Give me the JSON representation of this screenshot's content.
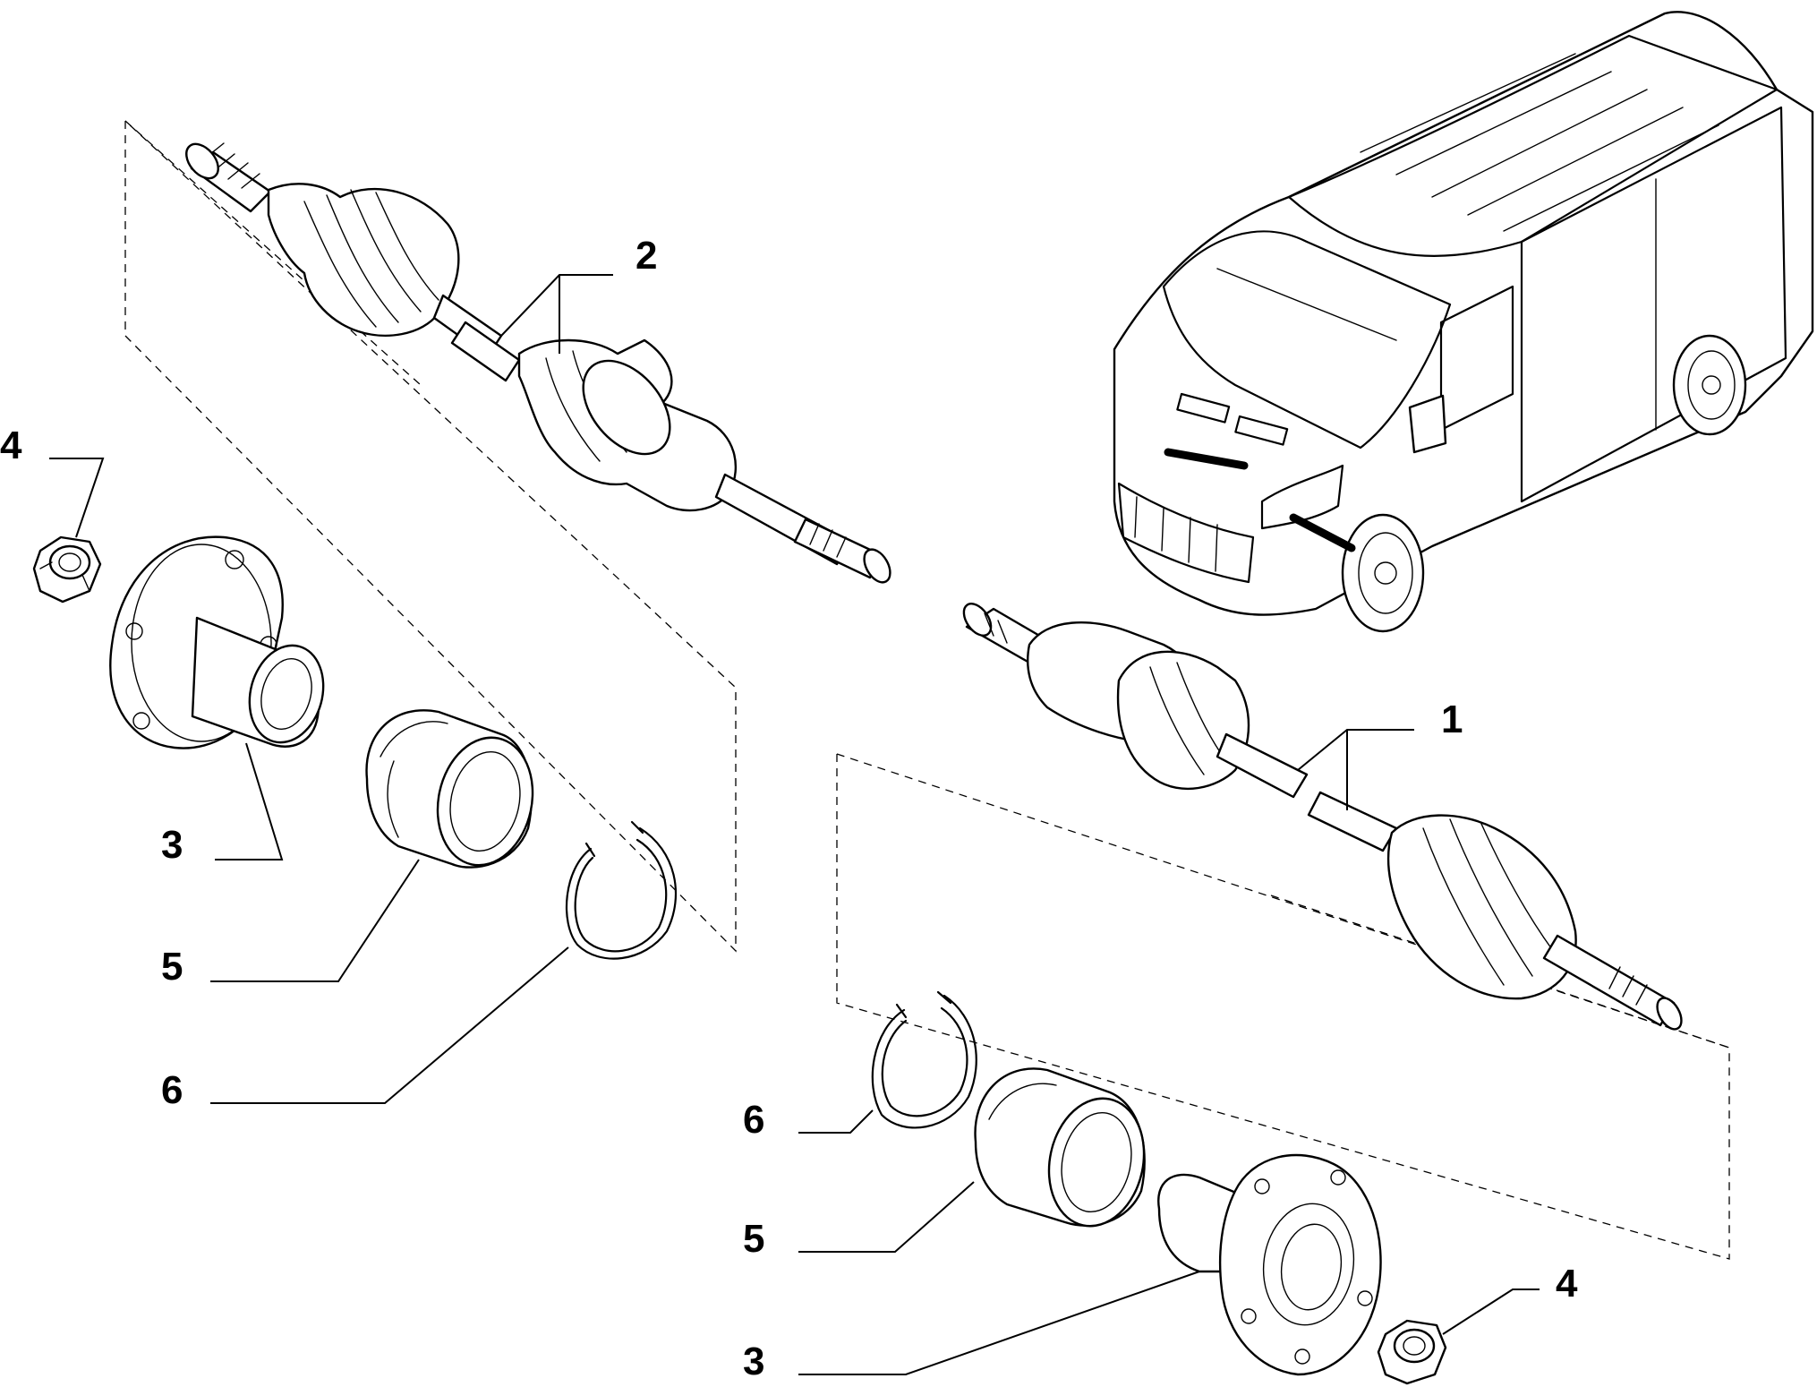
{
  "callouts": {
    "shaft_left": "2",
    "shaft_right": "1",
    "hub_left": "3",
    "hub_right": "3",
    "nut_left": "4",
    "nut_right": "4",
    "bearing_left": "5",
    "bearing_right": "5",
    "circlip_left": "6",
    "circlip_right": "6"
  }
}
